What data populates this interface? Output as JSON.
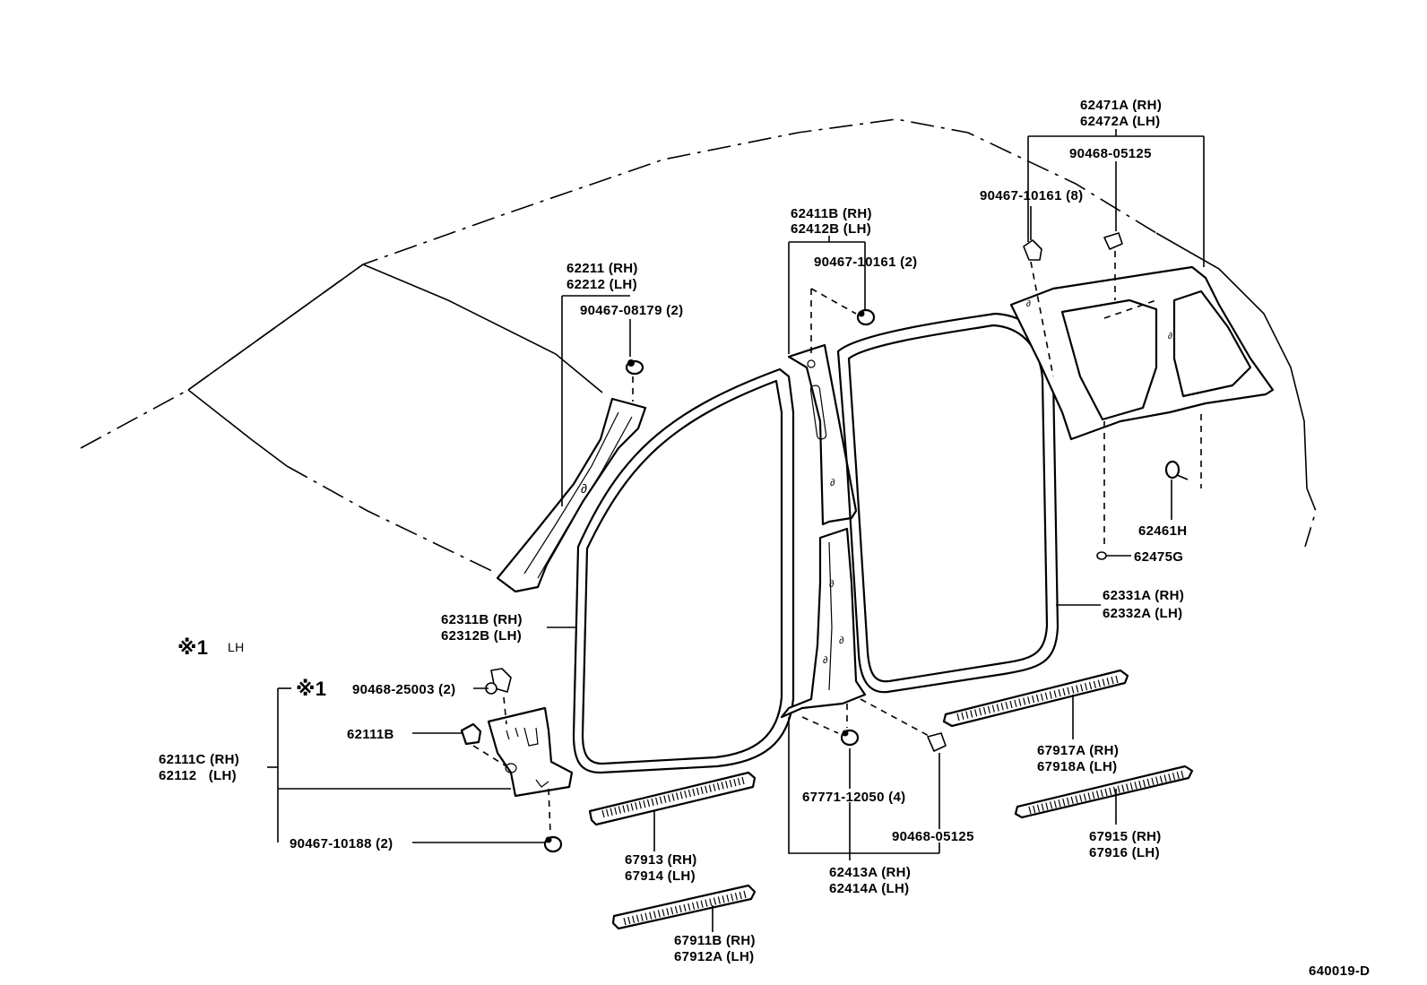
{
  "diagram": {
    "figure_code": "640019-D",
    "note_marker": "※1",
    "note_text": "LH",
    "labels": {
      "p62471": "62471A (RH)",
      "p62472": "62472A (LH)",
      "p90468_top": "90468-05125",
      "p90467_8": "90467-10161 (8)",
      "p62411": "62411B (RH)",
      "p62412": "62412B (LH)",
      "p90467_2_b": "90467-10161 (2)",
      "p62211": "62211 (RH)",
      "p62212": "62212 (LH)",
      "p90467_08179": "90467-08179 (2)",
      "p62461": "62461H",
      "p62475": "62475G",
      "p62331": "62331A (RH)",
      "p62332": "62332A (LH)",
      "p62311": "62311B (RH)",
      "p62312": "62312B (LH)",
      "p90468_25003": "90468-25003 (2)",
      "p62111B": "62111B",
      "p62111C": "62111C (RH)",
      "p62112": "62112   (LH)",
      "p90467_10188": "90467-10188 (2)",
      "p67913": "67913 (RH)",
      "p67914": "67914 (LH)",
      "p67771": "67771-12050 (4)",
      "p90468_bottom": "90468-05125",
      "p62413": "62413A (RH)",
      "p62414": "62414A (LH)",
      "p67917": "67917A (RH)",
      "p67918": "67918A (LH)",
      "p67915": "67915 (RH)",
      "p67916": "67916 (LH)",
      "p67911": "67911B (RH)",
      "p67912": "67912A (LH)"
    }
  }
}
